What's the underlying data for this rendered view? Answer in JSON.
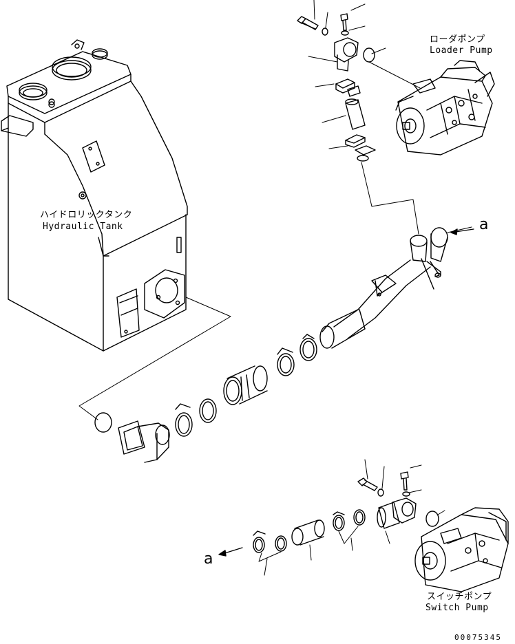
{
  "labels": {
    "loader_pump_jp": "ローダポンプ",
    "loader_pump_en": "Loader Pump",
    "hydraulic_tank_jp": "ハイドロリックタンク",
    "hydraulic_tank_en": "Hydraulic Tank",
    "switch_pump_jp": "スイッチポンプ",
    "switch_pump_en": "Switch Pump"
  },
  "callouts": {
    "ref_a_top": "a",
    "ref_a_bottom": "a"
  },
  "drawing_number": "00075345",
  "line_color": "#000000"
}
